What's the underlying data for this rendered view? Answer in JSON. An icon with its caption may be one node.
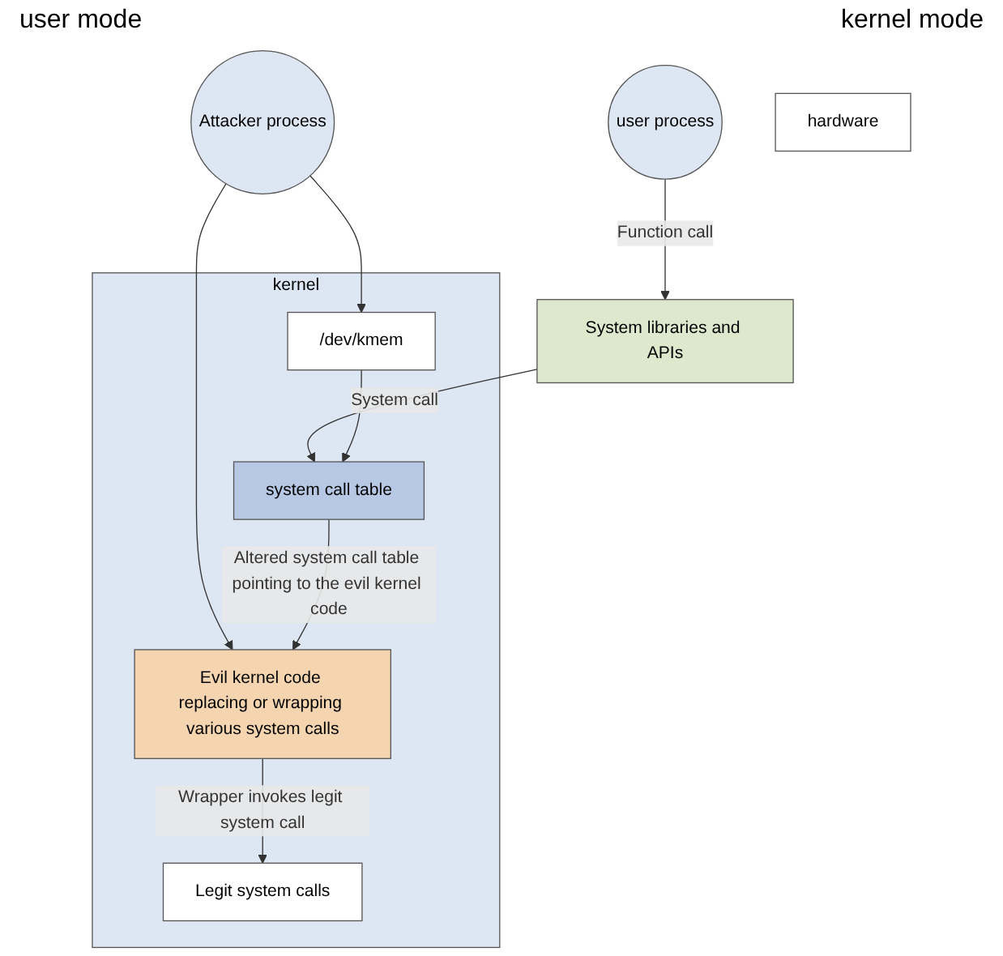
{
  "diagram": {
    "nodes": [
      {
        "text": [
          "Attacker process"
        ]
      },
      {
        "text": [
          "user process"
        ]
      },
      {
        "text": [
          "System libraries and APIs"
        ]
      },
      {
        "text": [
          "kernel"
        ]
      },
      {
        "text": [
          "/dev/kmem"
        ],
        "in": 3
      },
      {
        "text": [
          "system call table"
        ],
        "in": 3
      },
      {
        "text": [
          "Evil kernel code replacing or wrapping various system calls"
        ],
        "in": 3
      },
      {
        "text": [
          "Legit system calls"
        ],
        "in": 3
      },
      {
        "text": [
          "hardware"
        ]
      }
    ],
    "edges": [
      {
        "from": 0,
        "to": 4,
        "arrow": "to"
      },
      {
        "from": 0,
        "to": 6,
        "arrow": "to"
      },
      {
        "from": 1,
        "to": 2,
        "arrow": "to",
        "label": "Function call"
      },
      {
        "from": 2,
        "to": 5,
        "arrow": "to",
        "label": "System call"
      },
      {
        "from": 4,
        "to": 5,
        "arrow": "to"
      },
      {
        "from": 5,
        "to": 6,
        "arrow": "to",
        "label": "Altered system call table pointing to the evil kernel code"
      },
      {
        "from": 6,
        "to": 7,
        "arrow": "to",
        "label": "Wrapper invokes legit system call"
      }
    ],
    "labels": [
      "user mode",
      "kernel mode"
    ]
  }
}
